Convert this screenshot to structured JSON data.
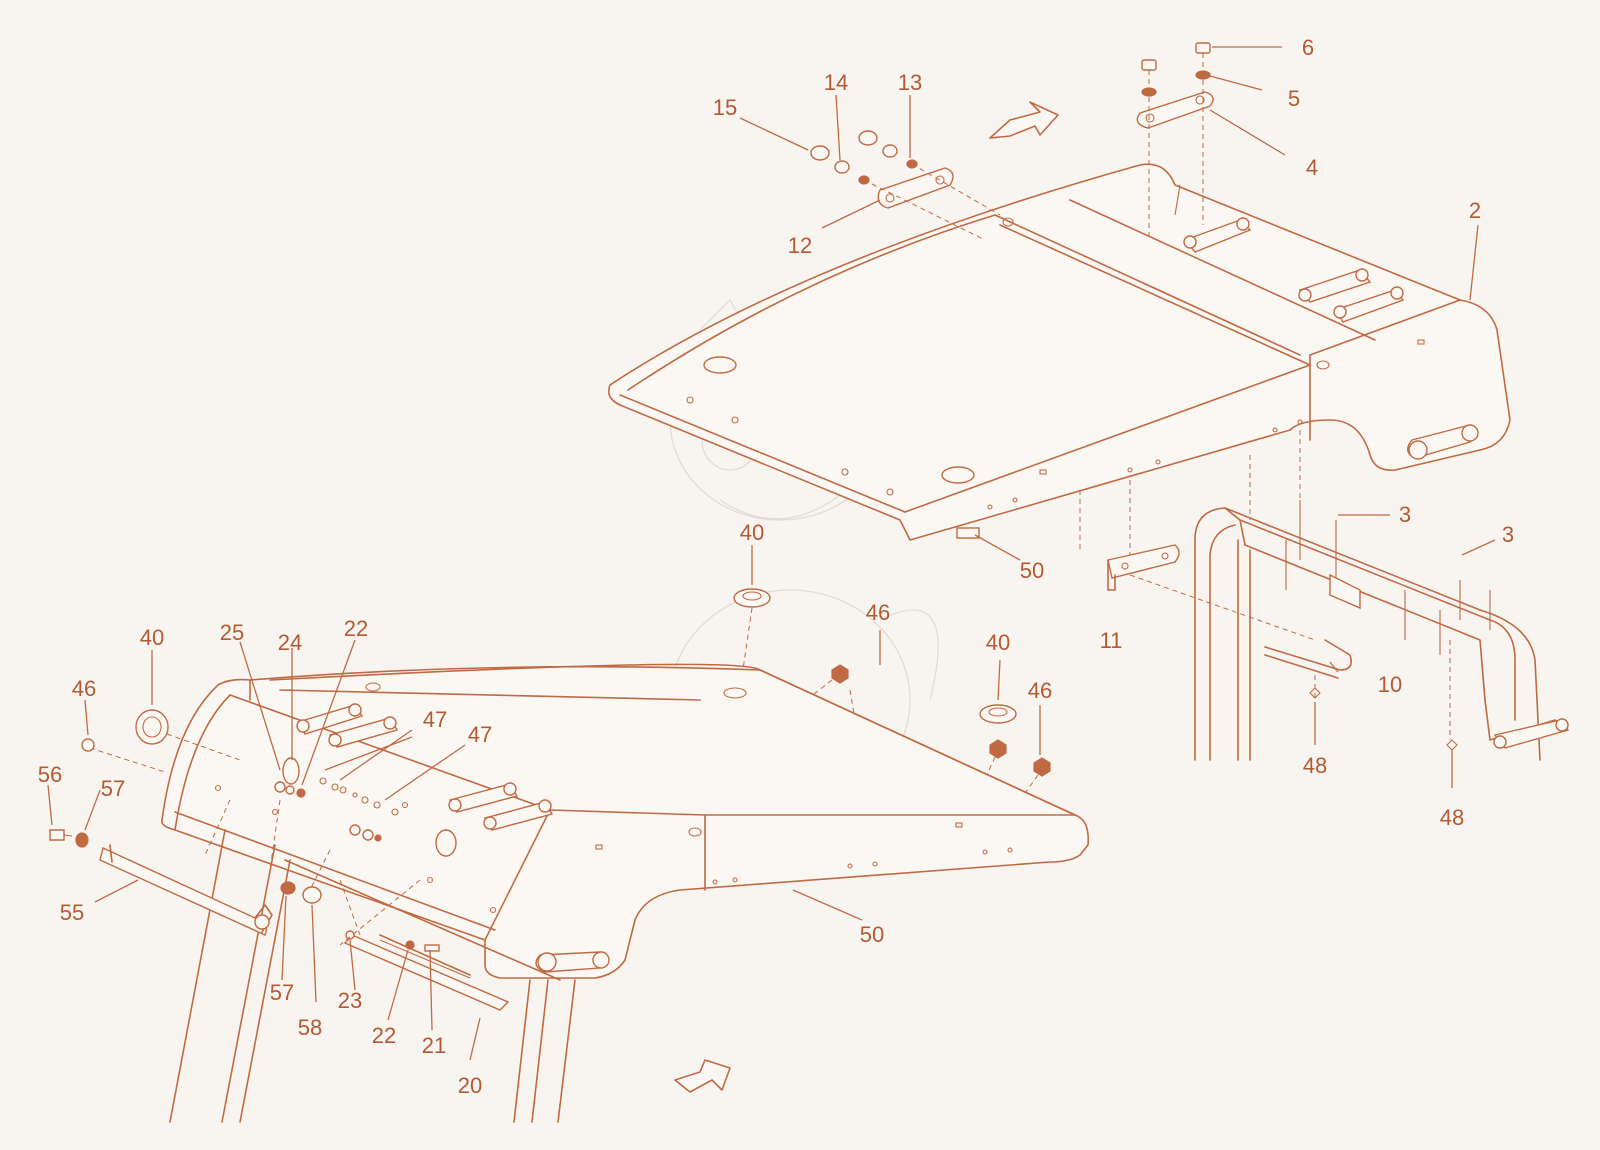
{
  "colors": {
    "background": "#f8f5f1",
    "line": "#c06a44",
    "label": "#b35a34"
  },
  "callouts": [
    {
      "id": "6",
      "text": "6"
    },
    {
      "id": "5",
      "text": "5"
    },
    {
      "id": "4",
      "text": "4"
    },
    {
      "id": "15",
      "text": "15"
    },
    {
      "id": "14",
      "text": "14"
    },
    {
      "id": "13",
      "text": "13"
    },
    {
      "id": "12",
      "text": "12"
    },
    {
      "id": "2",
      "text": "2"
    },
    {
      "id": "3a",
      "text": "3"
    },
    {
      "id": "3b",
      "text": "3"
    },
    {
      "id": "11",
      "text": "11"
    },
    {
      "id": "10",
      "text": "10"
    },
    {
      "id": "48a",
      "text": "48"
    },
    {
      "id": "48b",
      "text": "48"
    },
    {
      "id": "50a",
      "text": "50"
    },
    {
      "id": "40a",
      "text": "40"
    },
    {
      "id": "46a",
      "text": "46"
    },
    {
      "id": "40b",
      "text": "40"
    },
    {
      "id": "46b",
      "text": "46"
    },
    {
      "id": "40c",
      "text": "40"
    },
    {
      "id": "46c",
      "text": "46"
    },
    {
      "id": "25",
      "text": "25"
    },
    {
      "id": "24",
      "text": "24"
    },
    {
      "id": "22a",
      "text": "22"
    },
    {
      "id": "47a",
      "text": "47"
    },
    {
      "id": "47b",
      "text": "47"
    },
    {
      "id": "56",
      "text": "56"
    },
    {
      "id": "57a",
      "text": "57"
    },
    {
      "id": "55",
      "text": "55"
    },
    {
      "id": "57b",
      "text": "57"
    },
    {
      "id": "58",
      "text": "58"
    },
    {
      "id": "23",
      "text": "23"
    },
    {
      "id": "22b",
      "text": "22"
    },
    {
      "id": "21",
      "text": "21"
    },
    {
      "id": "20",
      "text": "20"
    },
    {
      "id": "50b",
      "text": "50"
    }
  ]
}
